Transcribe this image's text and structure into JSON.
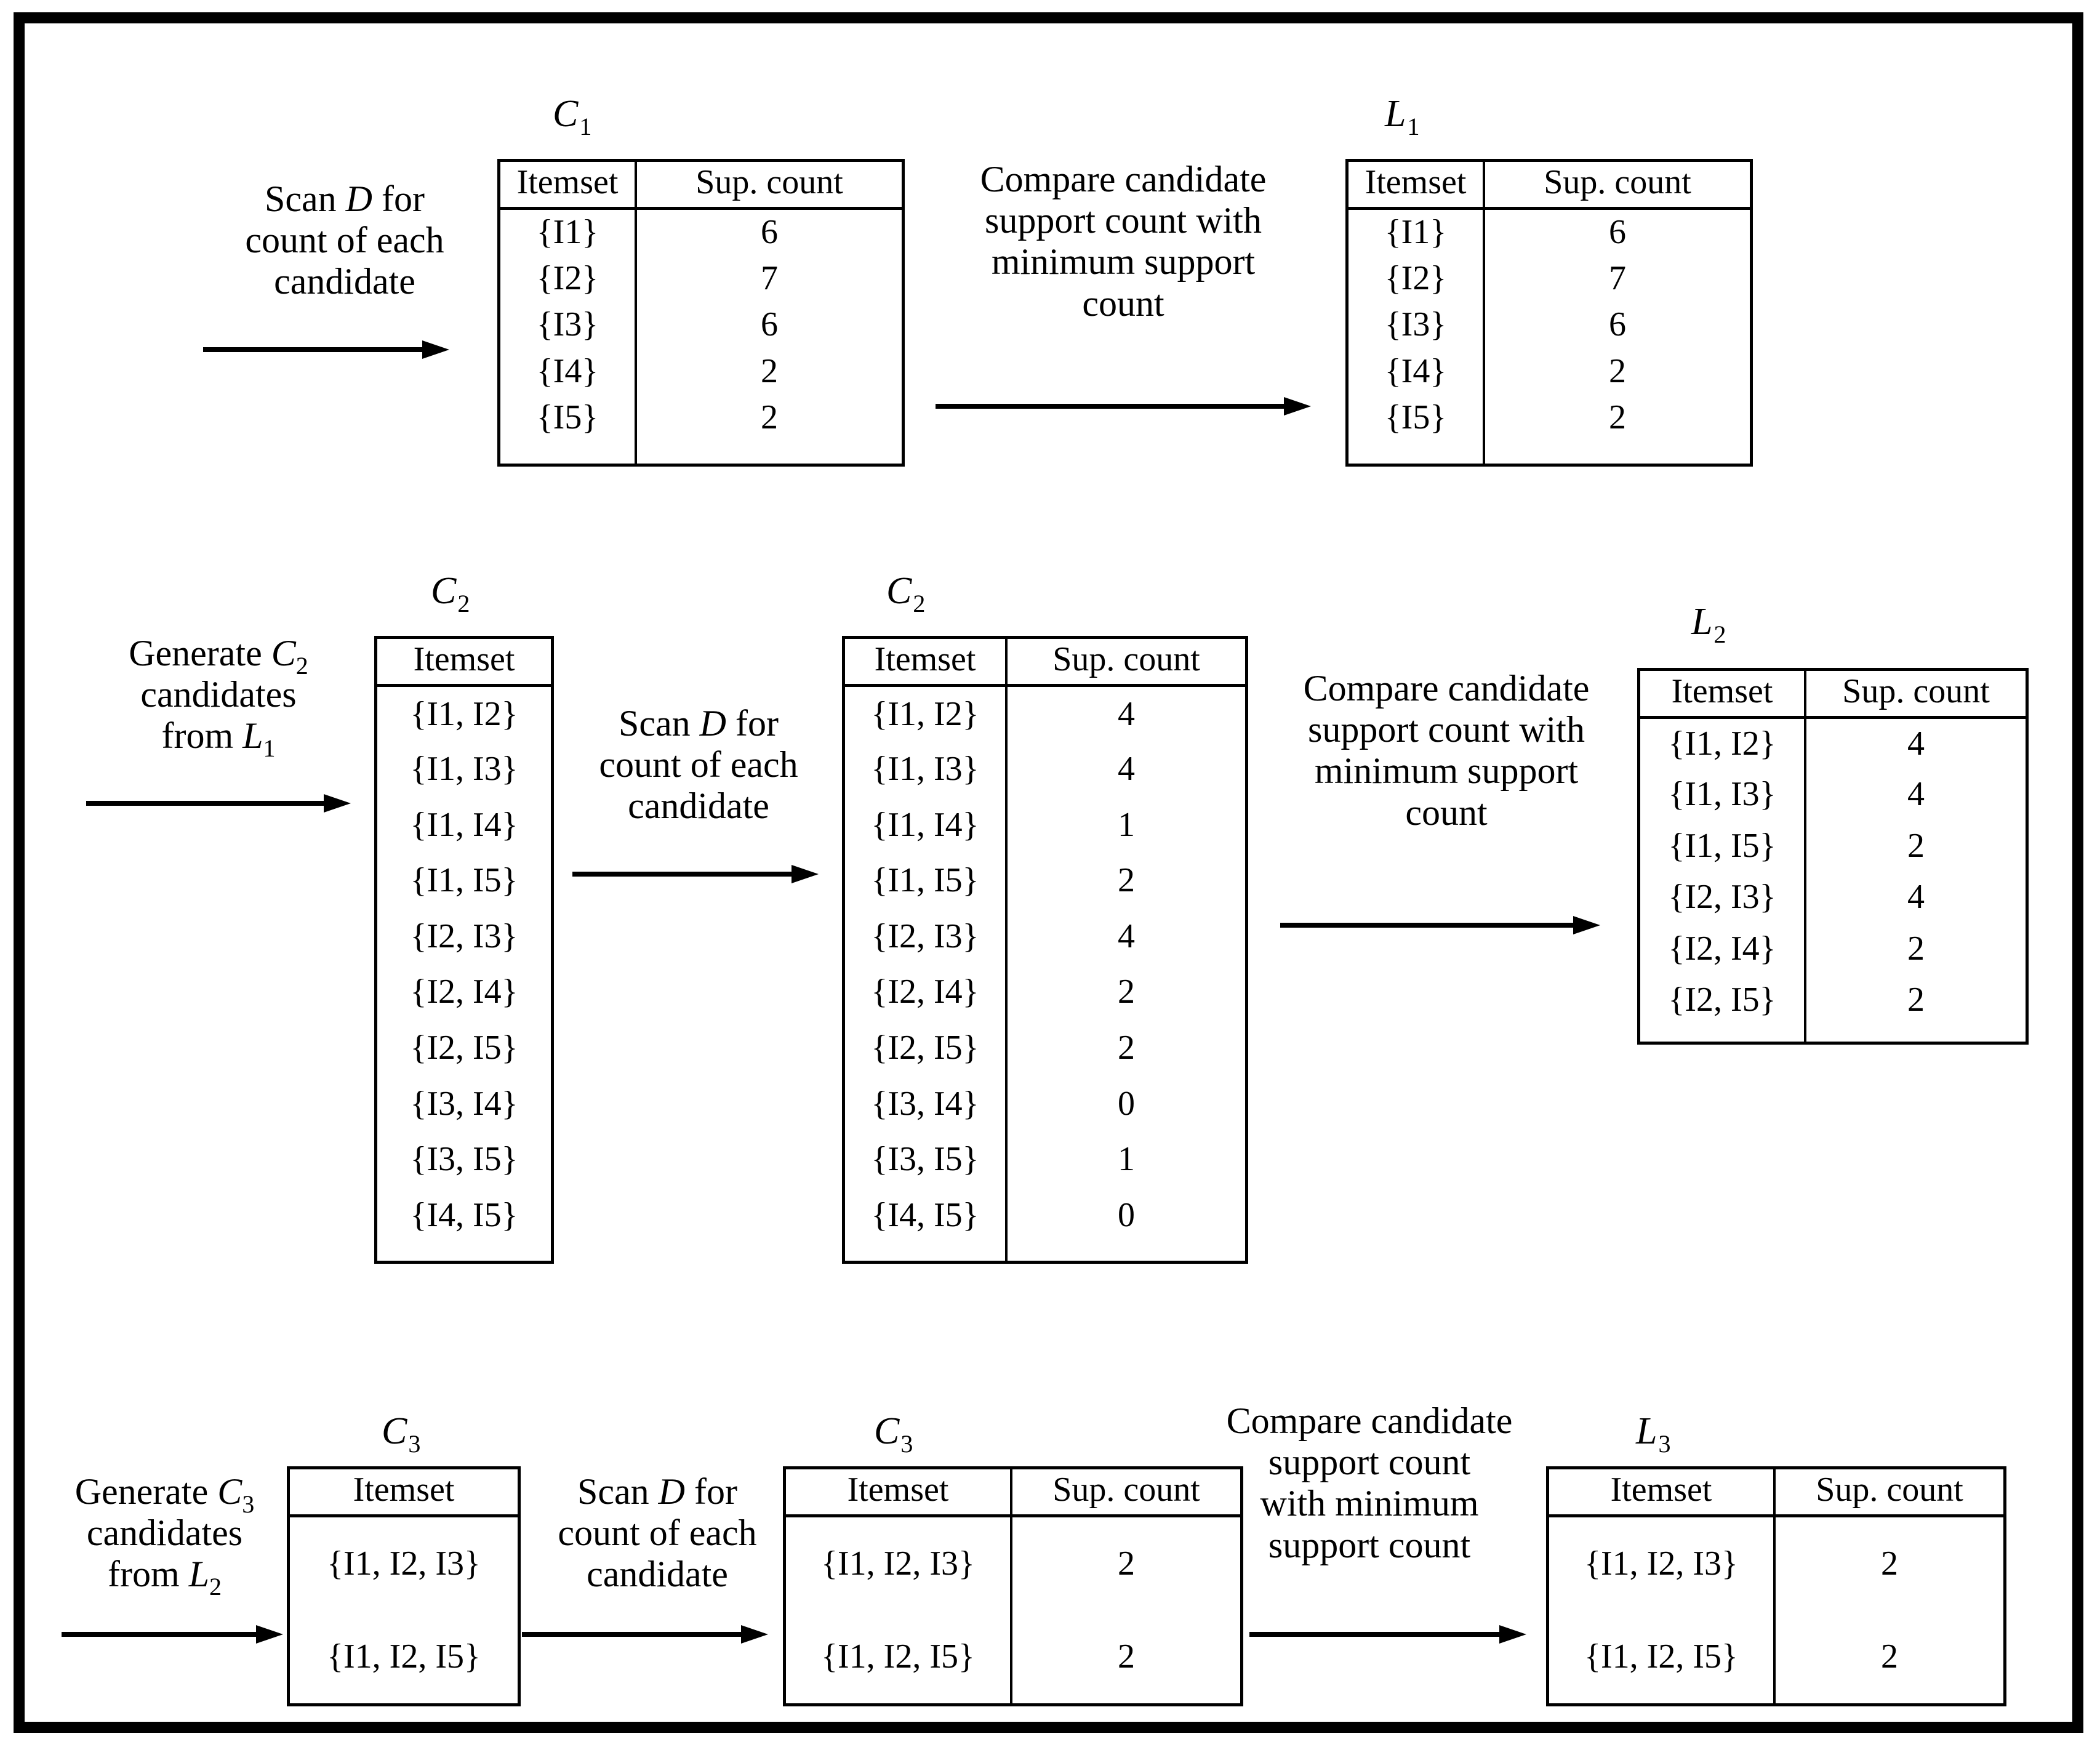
{
  "diagram": {
    "title_columns": [
      "Itemset",
      "Sup. count"
    ],
    "captions": {
      "c1": "C",
      "c1_sub": "1",
      "l1": "L",
      "l1_sub": "1",
      "c2a": "C",
      "c2a_sub": "2",
      "c2b": "C",
      "c2b_sub": "2",
      "l2": "L",
      "l2_sub": "2",
      "c3a": "C",
      "c3a_sub": "3",
      "c3b": "C",
      "c3b_sub": "3",
      "l3": "L",
      "l3_sub": "3"
    },
    "steps": {
      "scan_d_1": "Scan D for count of each candidate",
      "compare_1": "Compare candidate support count with minimum support count",
      "generate_c2": "Generate C2 candidates from L1",
      "scan_d_2": "Scan D for count of each candidate",
      "compare_2": "Compare candidate support count with minimum support count",
      "generate_c3": "Generate C3 candidates from L2",
      "scan_d_3": "Scan D for count of each candidate",
      "compare_3": "Compare candidate support count with minimum support count"
    },
    "step_fragments": {
      "scan_word": "Scan",
      "d_var": "D",
      "for_word": "for",
      "count_line": "count of each",
      "candidate_word": "candidate",
      "compare_line1": "Compare candidate",
      "compare_line2": "support count with",
      "compare_line3": "minimum support",
      "compare_line4": "count",
      "compare3_line1": "Compare candidate",
      "compare3_line2": "support count",
      "compare3_line3": "with minimum",
      "compare3_line4": "support count",
      "generate_word": "Generate",
      "candidates_word": "candidates",
      "from_word": "from",
      "c_var": "C",
      "l_var": "L",
      "two": "2",
      "three": "3",
      "one": "1"
    }
  },
  "chart_data": {
    "type": "table",
    "title": "Apriori algorithm candidate generation and pruning",
    "tables": [
      {
        "id": "C1",
        "caption": "C1",
        "columns": [
          "Itemset",
          "Sup. count"
        ],
        "rows": [
          [
            "{I1}",
            "6"
          ],
          [
            "{I2}",
            "7"
          ],
          [
            "{I3}",
            "6"
          ],
          [
            "{I4}",
            "2"
          ],
          [
            "{I5}",
            "2"
          ]
        ]
      },
      {
        "id": "L1",
        "caption": "L1",
        "columns": [
          "Itemset",
          "Sup. count"
        ],
        "rows": [
          [
            "{I1}",
            "6"
          ],
          [
            "{I2}",
            "7"
          ],
          [
            "{I3}",
            "6"
          ],
          [
            "{I4}",
            "2"
          ],
          [
            "{I5}",
            "2"
          ]
        ]
      },
      {
        "id": "C2a",
        "caption": "C2",
        "columns": [
          "Itemset"
        ],
        "rows": [
          [
            "{I1, I2}"
          ],
          [
            "{I1, I3}"
          ],
          [
            "{I1, I4}"
          ],
          [
            "{I1, I5}"
          ],
          [
            "{I2, I3}"
          ],
          [
            "{I2, I4}"
          ],
          [
            "{I2, I5}"
          ],
          [
            "{I3, I4}"
          ],
          [
            "{I3, I5}"
          ],
          [
            "{I4, I5}"
          ]
        ]
      },
      {
        "id": "C2b",
        "caption": "C2",
        "columns": [
          "Itemset",
          "Sup. count"
        ],
        "rows": [
          [
            "{I1, I2}",
            "4"
          ],
          [
            "{I1, I3}",
            "4"
          ],
          [
            "{I1, I4}",
            "1"
          ],
          [
            "{I1, I5}",
            "2"
          ],
          [
            "{I2, I3}",
            "4"
          ],
          [
            "{I2, I4}",
            "2"
          ],
          [
            "{I2, I5}",
            "2"
          ],
          [
            "{I3, I4}",
            "0"
          ],
          [
            "{I3, I5}",
            "1"
          ],
          [
            "{I4, I5}",
            "0"
          ]
        ]
      },
      {
        "id": "L2",
        "caption": "L2",
        "columns": [
          "Itemset",
          "Sup. count"
        ],
        "rows": [
          [
            "{I1, I2}",
            "4"
          ],
          [
            "{I1, I3}",
            "4"
          ],
          [
            "{I1, I5}",
            "2"
          ],
          [
            "{I2, I3}",
            "4"
          ],
          [
            "{I2, I4}",
            "2"
          ],
          [
            "{I2, I5}",
            "2"
          ]
        ]
      },
      {
        "id": "C3a",
        "caption": "C3",
        "columns": [
          "Itemset"
        ],
        "rows": [
          [
            "{I1, I2, I3}"
          ],
          [
            "{I1, I2, I5}"
          ]
        ]
      },
      {
        "id": "C3b",
        "caption": "C3",
        "columns": [
          "Itemset",
          "Sup. count"
        ],
        "rows": [
          [
            "{I1, I2, I3}",
            "2"
          ],
          [
            "{I1, I2, I5}",
            "2"
          ]
        ]
      },
      {
        "id": "L3",
        "caption": "L3",
        "columns": [
          "Itemset",
          "Sup. count"
        ],
        "rows": [
          [
            "{I1, I2, I3}",
            "2"
          ],
          [
            "{I1, I2, I5}",
            "2"
          ]
        ]
      }
    ]
  },
  "t_c1": {
    "h_itemset": "Itemset",
    "h_count": "Sup. count",
    "r0c0": "{I1}",
    "r0c1": "6",
    "r1c0": "{I2}",
    "r1c1": "7",
    "r2c0": "{I3}",
    "r2c1": "6",
    "r3c0": "{I4}",
    "r3c1": "2",
    "r4c0": "{I5}",
    "r4c1": "2"
  },
  "t_l1": {
    "h_itemset": "Itemset",
    "h_count": "Sup. count",
    "r0c0": "{I1}",
    "r0c1": "6",
    "r1c0": "{I2}",
    "r1c1": "7",
    "r2c0": "{I3}",
    "r2c1": "6",
    "r3c0": "{I4}",
    "r3c1": "2",
    "r4c0": "{I5}",
    "r4c1": "2"
  },
  "t_c2a": {
    "h_itemset": "Itemset",
    "r0c0": "{I1, I2}",
    "r1c0": "{I1, I3}",
    "r2c0": "{I1, I4}",
    "r3c0": "{I1, I5}",
    "r4c0": "{I2, I3}",
    "r5c0": "{I2, I4}",
    "r6c0": "{I2, I5}",
    "r7c0": "{I3, I4}",
    "r8c0": "{I3, I5}",
    "r9c0": "{I4, I5}"
  },
  "t_c2b": {
    "h_itemset": "Itemset",
    "h_count": "Sup. count",
    "r0c0": "{I1, I2}",
    "r0c1": "4",
    "r1c0": "{I1, I3}",
    "r1c1": "4",
    "r2c0": "{I1, I4}",
    "r2c1": "1",
    "r3c0": "{I1, I5}",
    "r3c1": "2",
    "r4c0": "{I2, I3}",
    "r4c1": "4",
    "r5c0": "{I2, I4}",
    "r5c1": "2",
    "r6c0": "{I2, I5}",
    "r6c1": "2",
    "r7c0": "{I3, I4}",
    "r7c1": "0",
    "r8c0": "{I3, I5}",
    "r8c1": "1",
    "r9c0": "{I4, I5}",
    "r9c1": "0"
  },
  "t_l2": {
    "h_itemset": "Itemset",
    "h_count": "Sup. count",
    "r0c0": "{I1, I2}",
    "r0c1": "4",
    "r1c0": "{I1, I3}",
    "r1c1": "4",
    "r2c0": "{I1, I5}",
    "r2c1": "2",
    "r3c0": "{I2, I3}",
    "r3c1": "4",
    "r4c0": "{I2, I4}",
    "r4c1": "2",
    "r5c0": "{I2, I5}",
    "r5c1": "2"
  },
  "t_c3a": {
    "h_itemset": "Itemset",
    "r0c0": "{I1, I2, I3}",
    "r1c0": "{I1, I2, I5}"
  },
  "t_c3b": {
    "h_itemset": "Itemset",
    "h_count": "Sup. count",
    "r0c0": "{I1, I2, I3}",
    "r0c1": "2",
    "r1c0": "{I1, I2, I5}",
    "r1c1": "2"
  },
  "t_l3": {
    "h_itemset": "Itemset",
    "h_count": "Sup. count",
    "r0c0": "{I1, I2, I3}",
    "r0c1": "2",
    "r1c0": "{I1, I2, I5}",
    "r1c1": "2"
  },
  "labels": {
    "c1": "C",
    "c1s": "1",
    "l1": "L",
    "l1s": "1",
    "c2a": "C",
    "c2as": "2",
    "c2b": "C",
    "c2bs": "2",
    "l2": "L",
    "l2s": "2",
    "c3a": "C",
    "c3as": "3",
    "c3b": "C",
    "c3bs": "3",
    "l3": "L",
    "l3s": "3"
  },
  "text": {
    "scan": "Scan",
    "dvar": "D",
    "for": "for",
    "count_of_each": "count of each",
    "candidate": "candidate",
    "compare_candidate": "Compare candidate",
    "support_count_with": "support count with",
    "minimum_support": "minimum support",
    "count": "count",
    "support_count": "support count",
    "with_minimum": "with minimum",
    "support_count2": "support count",
    "generate": "Generate",
    "cvar": "C",
    "lvar": "L",
    "n2": "2",
    "n3": "3",
    "n1": "1",
    "candidates": "candidates",
    "from": "from"
  },
  "colors": {
    "ink": "#000000",
    "paper": "#ffffff"
  }
}
